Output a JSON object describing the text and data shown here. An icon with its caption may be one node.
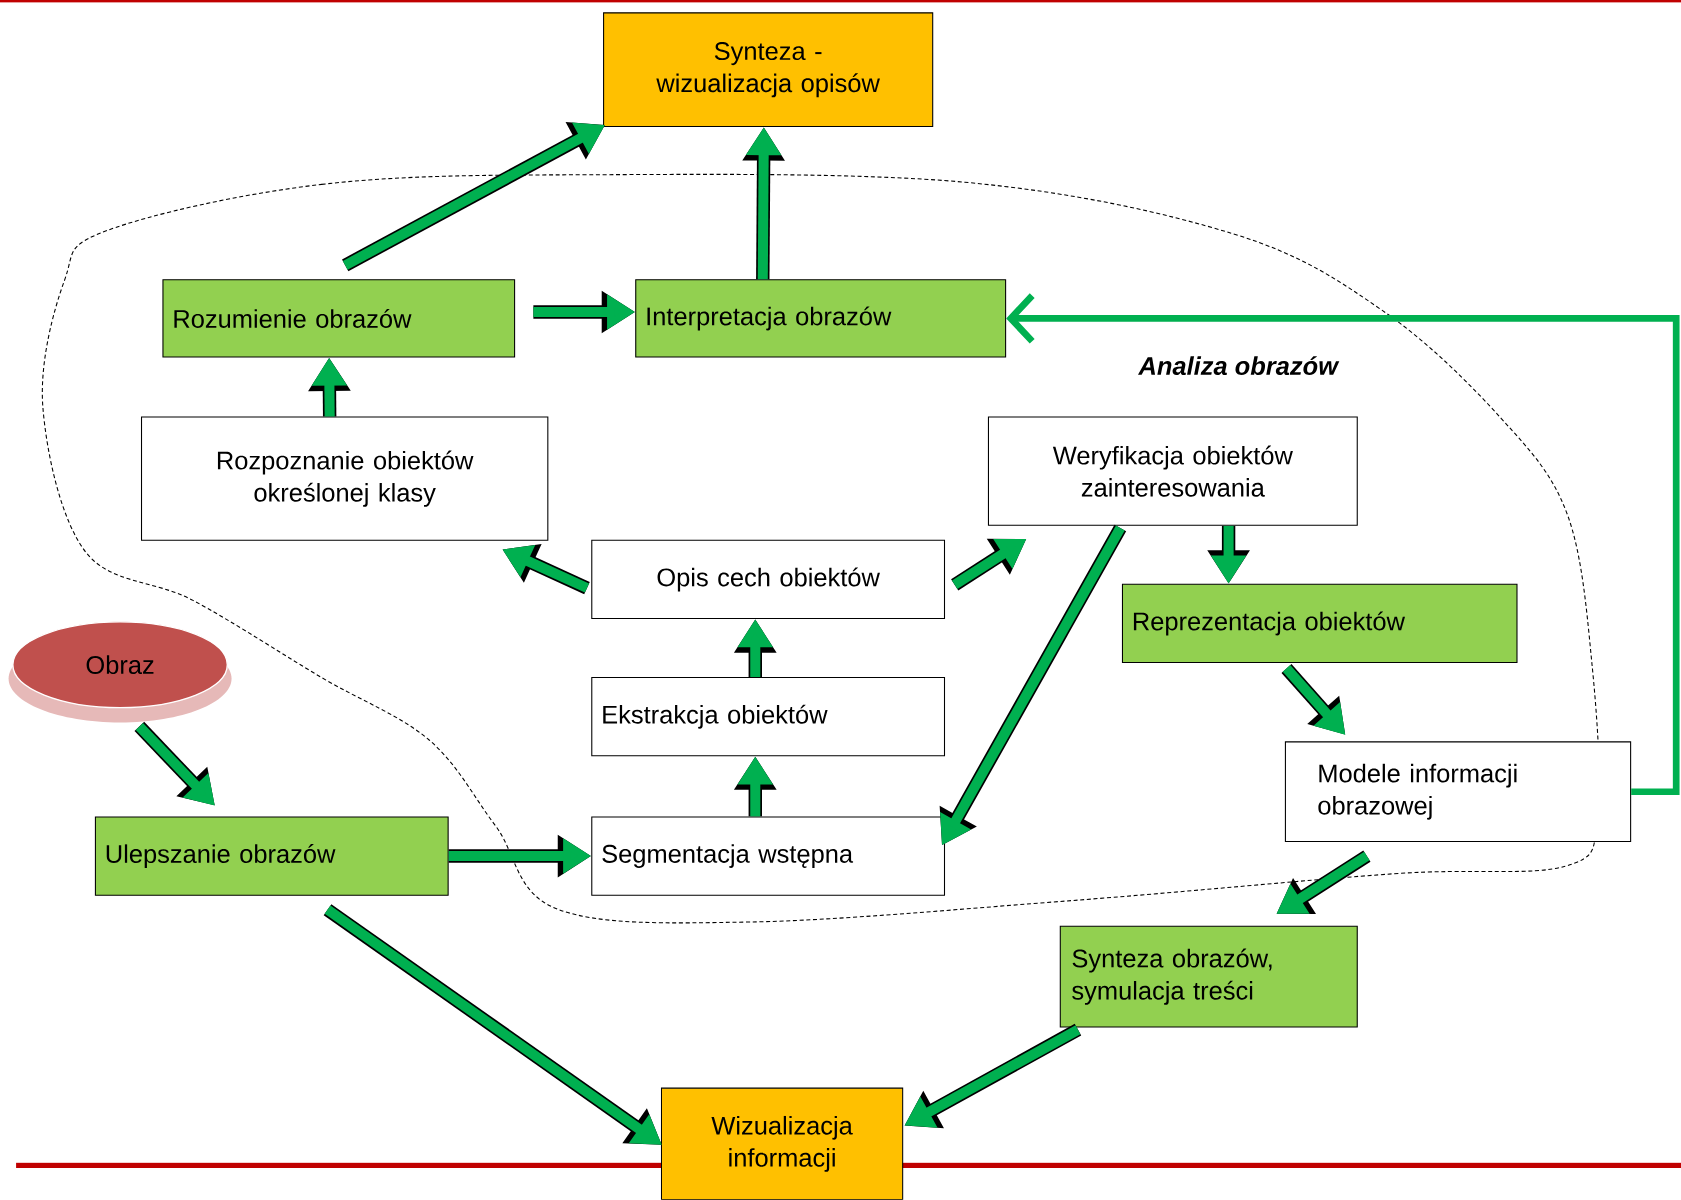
{
  "diagram": {
    "nodes": [
      {
        "text": [
          "Synteza - wizualizacja opisów"
        ]
      },
      {
        "text": [
          "Rozumienie obrazów"
        ]
      },
      {
        "text": [
          "Interpretacja obrazów"
        ]
      },
      {
        "text": [
          "Rozpoznanie obiektów określonej klasy"
        ]
      },
      {
        "text": [
          "Weryfikacja obiektów zainteresowania"
        ]
      },
      {
        "text": [
          "Opis cech obiektów"
        ]
      },
      {
        "text": [
          "Reprezentacja obiektów"
        ]
      },
      {
        "text": [
          "Obraz"
        ]
      },
      {
        "text": [
          "Ekstrakcja obiektów"
        ]
      },
      {
        "text": [
          "Modele informacji obrazowej"
        ]
      },
      {
        "text": [
          "Ulepszanie obrazów"
        ]
      },
      {
        "text": [
          "Segmentacja wstępna"
        ]
      },
      {
        "text": [
          "Synteza obrazów, symulacja treści"
        ]
      },
      {
        "text": [
          "Wizualizacja informacji"
        ]
      }
    ],
    "edges": [
      {
        "from": 1,
        "to": 0,
        "arrow": "to"
      },
      {
        "from": 2,
        "to": 0,
        "arrow": "to"
      },
      {
        "from": 1,
        "to": 2,
        "arrow": "to"
      },
      {
        "from": 3,
        "to": 1,
        "arrow": "to"
      },
      {
        "from": 5,
        "to": 3,
        "arrow": "to"
      },
      {
        "from": 5,
        "to": 4,
        "arrow": "to"
      },
      {
        "from": 4,
        "to": 6,
        "arrow": "to"
      },
      {
        "from": 4,
        "to": 11,
        "arrow": "to"
      },
      {
        "from": 8,
        "to": 5,
        "arrow": "to"
      },
      {
        "from": 11,
        "to": 8,
        "arrow": "to"
      },
      {
        "from": 10,
        "to": 11,
        "arrow": "to"
      },
      {
        "from": 7,
        "to": 10,
        "arrow": "to"
      },
      {
        "from": 6,
        "to": 9,
        "arrow": "to"
      },
      {
        "from": 9,
        "to": 12,
        "arrow": "to"
      },
      {
        "from": 9,
        "to": 2,
        "arrow": "to"
      },
      {
        "from": 10,
        "to": 13,
        "arrow": "to"
      },
      {
        "from": 12,
        "to": 13,
        "arrow": "to"
      }
    ],
    "labels": [
      "Analiza obrazów"
    ]
  }
}
